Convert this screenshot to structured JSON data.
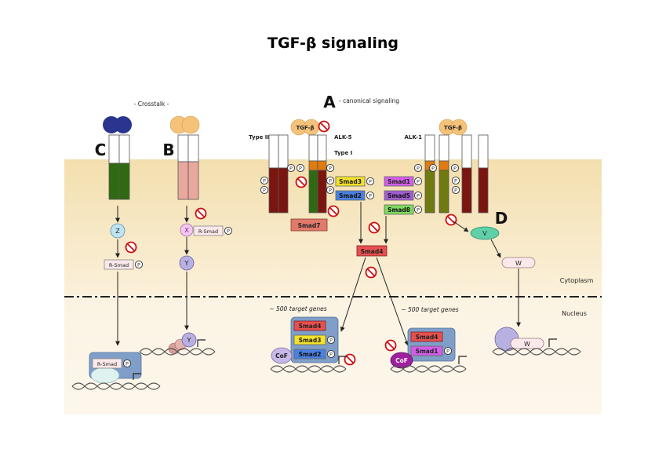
{
  "title": "TGF-β signaling",
  "sections": {
    "crosstalk": "- Crosstalk -",
    "canonical_letter": "A",
    "canonical": "- canonical signaling",
    "letter_b": "B",
    "letter_c": "C",
    "letter_d": "D"
  },
  "receptors": {
    "type2": "Type II",
    "alk5": "ALK-5",
    "type1": "Type I",
    "alk1": "ALK-1",
    "ligand": "TGF-β"
  },
  "proteins": {
    "smad1": "Smad1",
    "smad2": "Smad2",
    "smad3": "Smad3",
    "smad4": "Smad4",
    "smad5": "Smad5",
    "smad7": "Smad7",
    "smad8": "Smad8",
    "r_smad": "R-Smad",
    "cof": "CoF",
    "x": "X",
    "y": "Y",
    "z": "Z",
    "v": "V",
    "w": "W",
    "phospho": "P"
  },
  "compartments": {
    "cytoplasm": "Cytoplasm",
    "nucleus": "Nucleus"
  },
  "target_genes": "~ 500 target genes",
  "colors": {
    "cytoplasm": "#f6e6c2",
    "nucleus": "#fbf2de",
    "receptor_dark_red": "#7a1510",
    "receptor_green": "#2f6a12",
    "receptor_olive": "#6f7a10",
    "receptor_pink": "#e9a89e",
    "ligand_orange": "#f5c27a",
    "ligand_blue": "#2a3590",
    "smad2": "#4a80e0",
    "smad3": "#f3e12a",
    "smad4": "#e85050",
    "smad7": "#e07a6a",
    "smad1": "#d25ee8",
    "smad5": "#a05ed0",
    "smad8": "#7fd85e",
    "cof": "#a020a0"
  }
}
